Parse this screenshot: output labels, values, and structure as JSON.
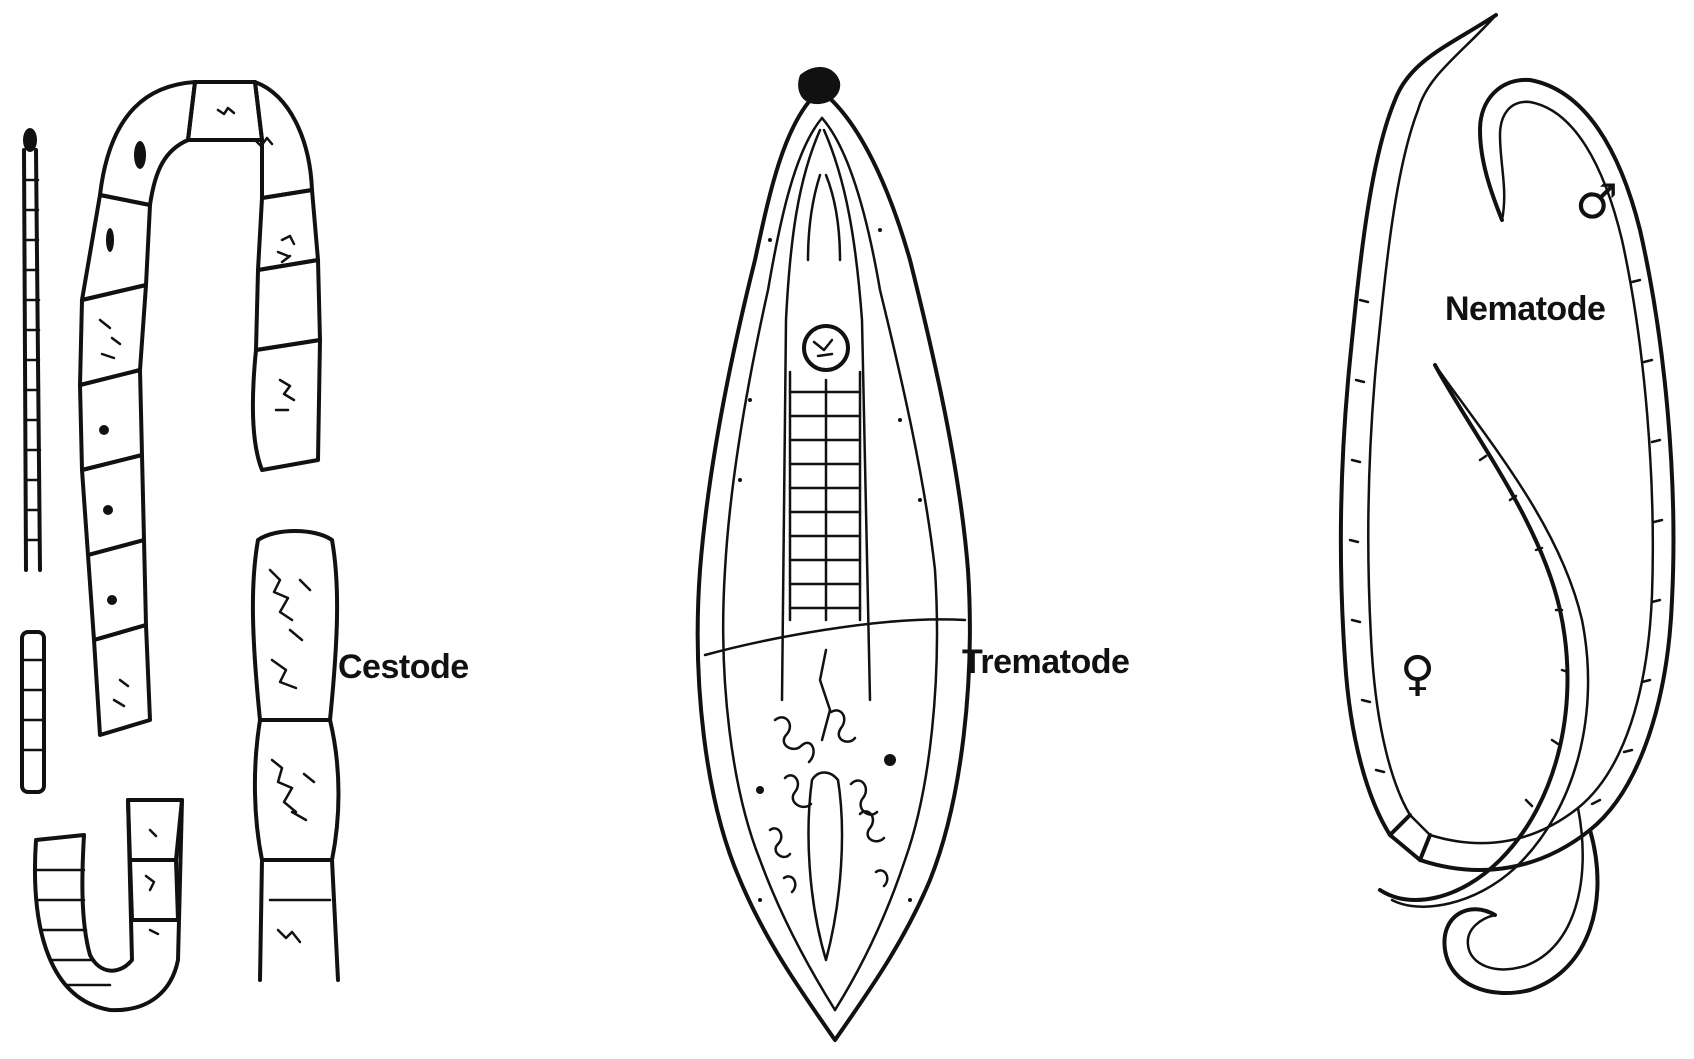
{
  "labels": {
    "cestode": "Cestode",
    "trematode": "Trematode",
    "nematode": "Nematode"
  },
  "symbols": {
    "male": "♂",
    "female": "♀"
  }
}
